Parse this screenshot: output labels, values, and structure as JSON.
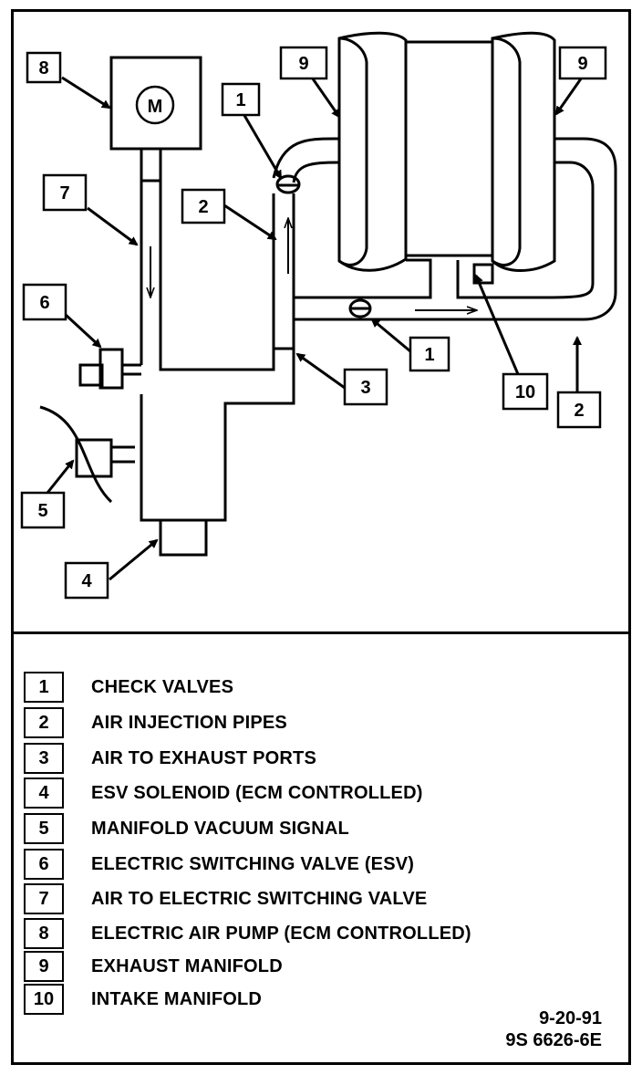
{
  "diagram": {
    "motor_symbol": "M",
    "callouts": {
      "c8": "8",
      "c7": "7",
      "c6": "6",
      "c5": "5",
      "c4": "4",
      "c3": "3",
      "c2_left": "2",
      "c1_top": "1",
      "c1_right": "1",
      "c9_left": "9",
      "c9_right": "9",
      "c10": "10",
      "c2_right": "2"
    }
  },
  "legend": {
    "items": [
      {
        "num": "1",
        "label": "CHECK VALVES"
      },
      {
        "num": "2",
        "label": "AIR INJECTION PIPES"
      },
      {
        "num": "3",
        "label": "AIR TO EXHAUST PORTS"
      },
      {
        "num": "4",
        "label": "ESV SOLENOID (ECM CONTROLLED)"
      },
      {
        "num": "5",
        "label": "MANIFOLD VACUUM SIGNAL"
      },
      {
        "num": "6",
        "label": "ELECTRIC SWITCHING VALVE (ESV)"
      },
      {
        "num": "7",
        "label": "AIR TO ELECTRIC SWITCHING VALVE"
      },
      {
        "num": "8",
        "label": "ELECTRIC AIR PUMP (ECM CONTROLLED)"
      },
      {
        "num": "9",
        "label": "EXHAUST MANIFOLD"
      },
      {
        "num": "10",
        "label": "INTAKE MANIFOLD"
      }
    ]
  },
  "footer": {
    "date": "9-20-91",
    "code": "9S 6626-6E"
  }
}
